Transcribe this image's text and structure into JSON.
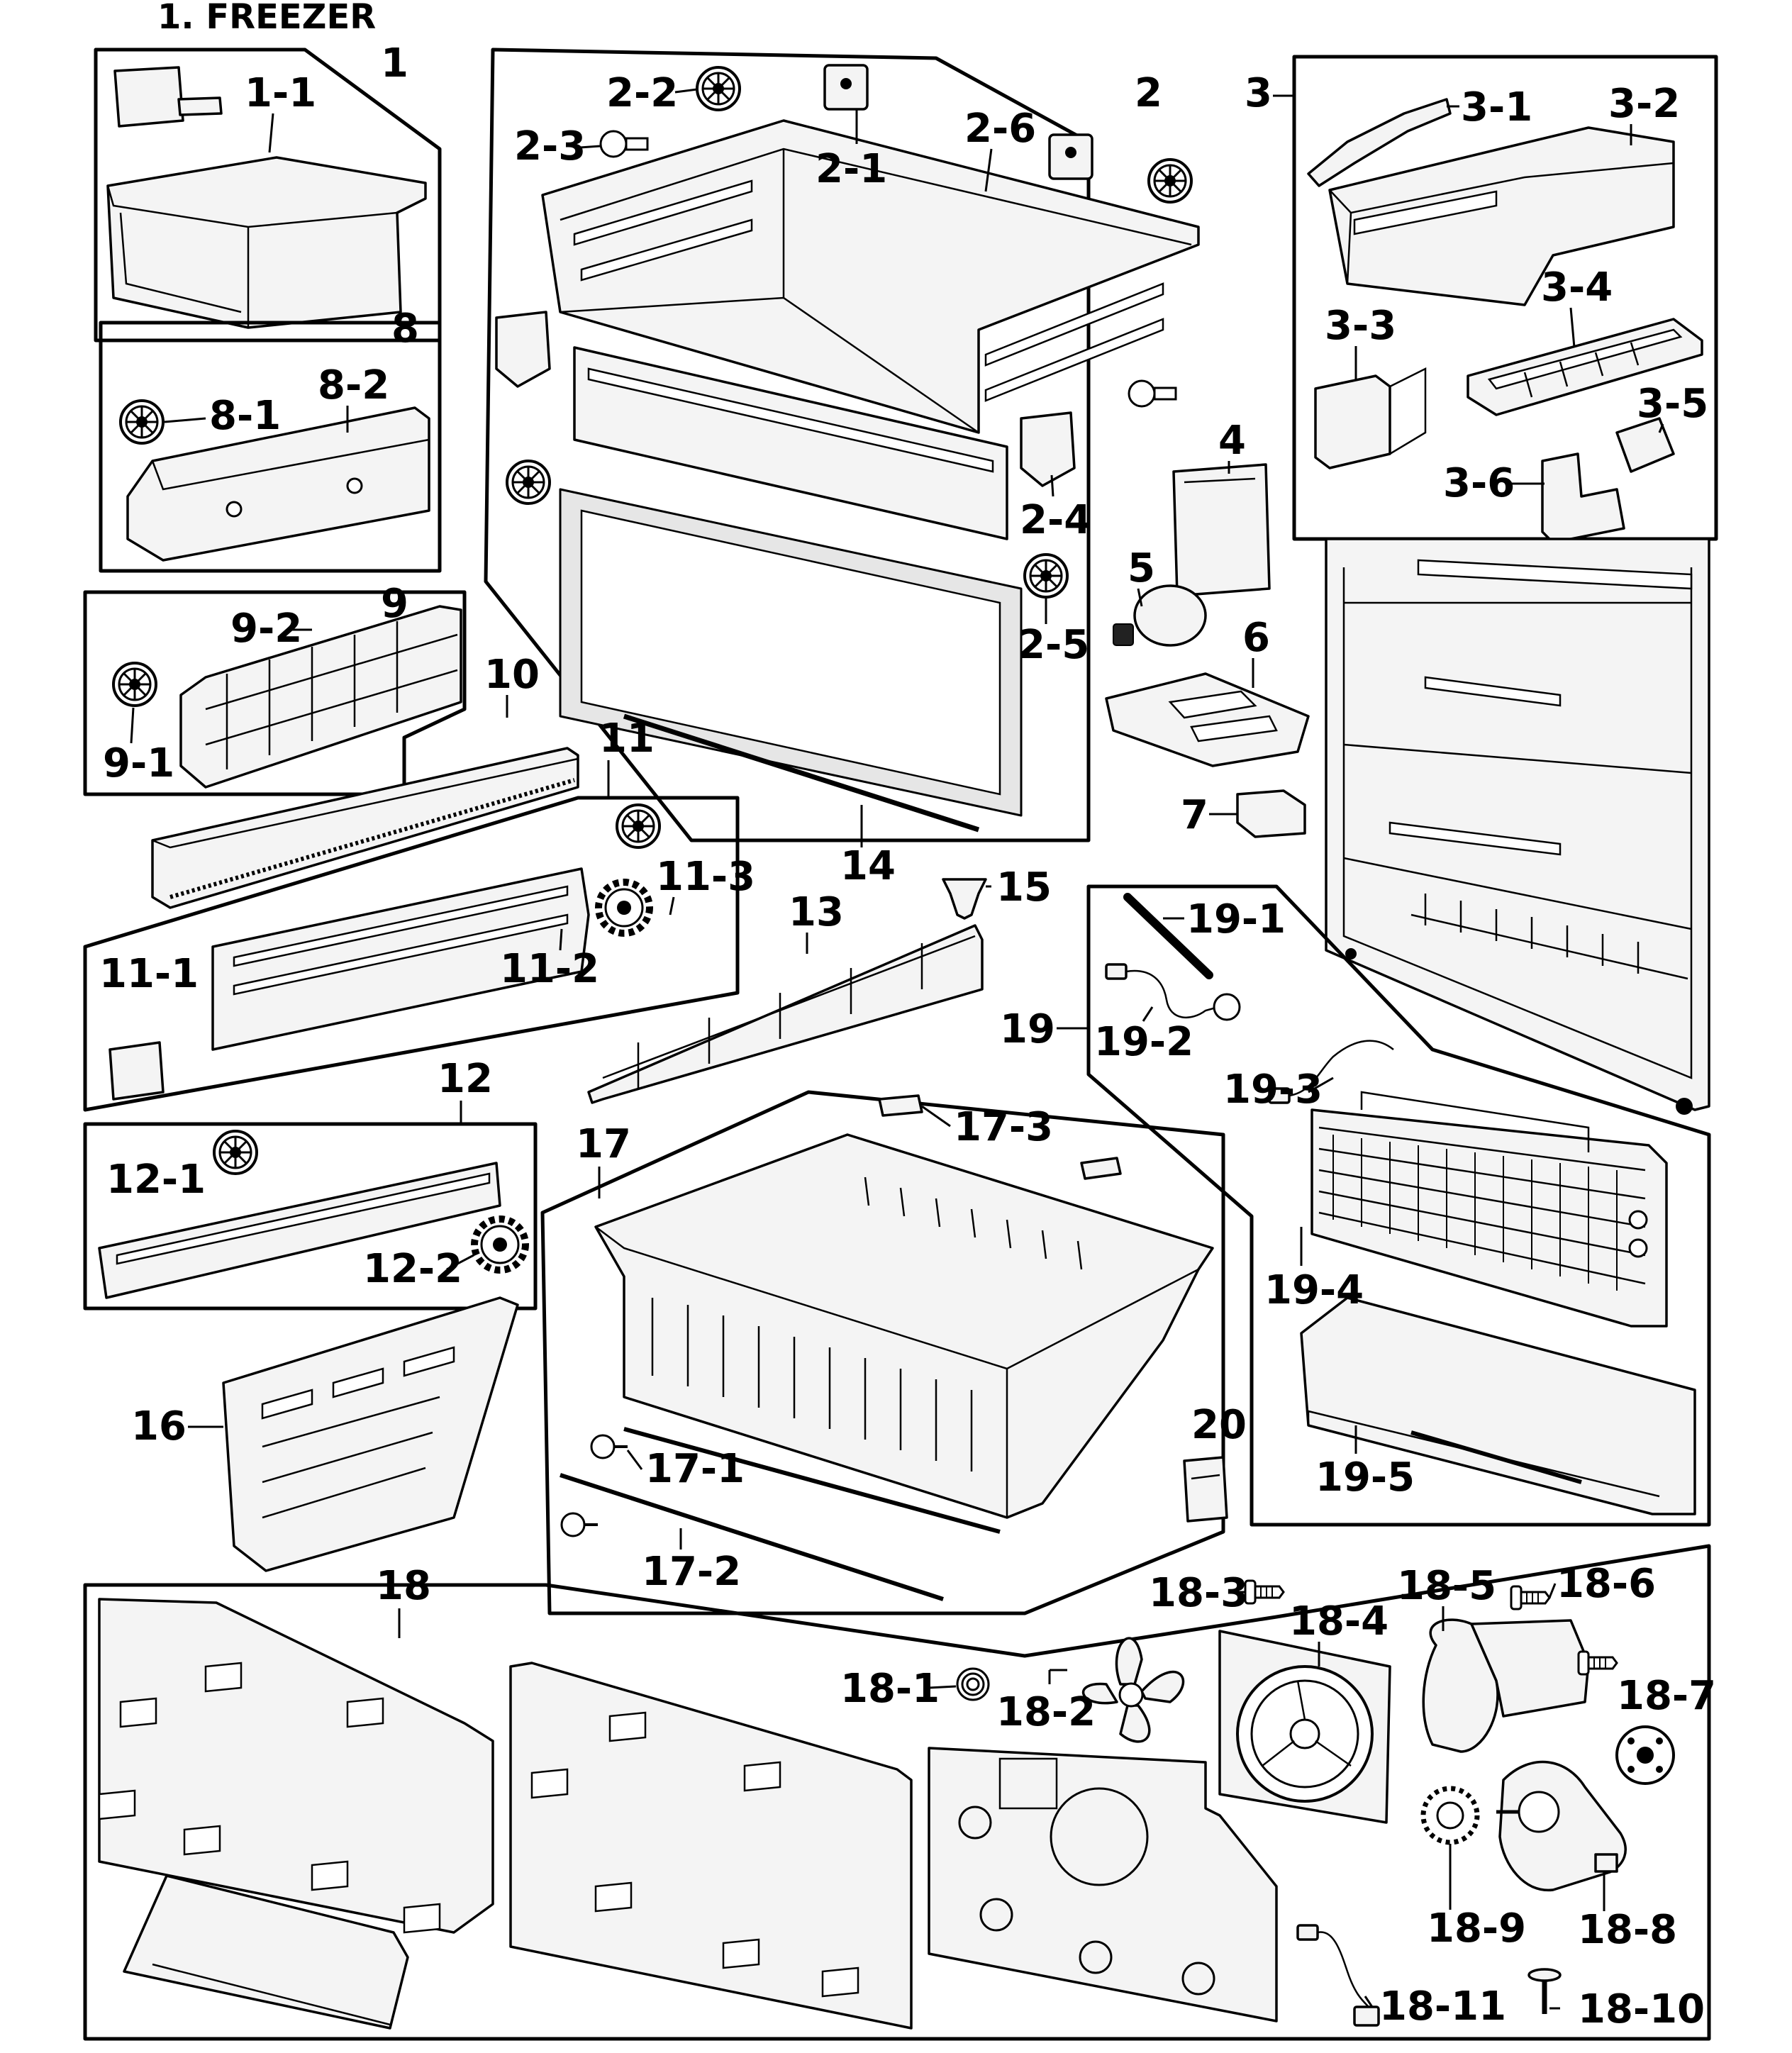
{
  "title": "1. FREEZER",
  "callouts": {
    "c1": "1",
    "c1_1": "1-1",
    "c2": "2",
    "c2_1": "2-1",
    "c2_2": "2-2",
    "c2_3": "2-3",
    "c2_4": "2-4",
    "c2_5": "2-5",
    "c2_6": "2-6",
    "c3": "3",
    "c3_1": "3-1",
    "c3_2": "3-2",
    "c3_3": "3-3",
    "c3_4": "3-4",
    "c3_5": "3-5",
    "c3_6": "3-6",
    "c4": "4",
    "c5": "5",
    "c6": "6",
    "c7": "7",
    "c8": "8",
    "c8_1": "8-1",
    "c8_2": "8-2",
    "c9": "9",
    "c9_1": "9-1",
    "c9_2": "9-2",
    "c10": "10",
    "c11": "11",
    "c11_1": "11-1",
    "c11_2": "11-2",
    "c11_3": "11-3",
    "c12": "12",
    "c12_1": "12-1",
    "c12_2": "12-2",
    "c13": "13",
    "c14": "14",
    "c15": "15",
    "c16": "16",
    "c17": "17",
    "c17_1": "17-1",
    "c17_2": "17-2",
    "c17_3": "17-3",
    "c18": "18",
    "c18_1": "18-1",
    "c18_2": "18-2",
    "c18_3": "18-3",
    "c18_4": "18-4",
    "c18_5": "18-5",
    "c18_6": "18-6",
    "c18_7": "18-7",
    "c18_8": "18-8",
    "c18_9": "18-9",
    "c18_10": "18-10",
    "c18_11": "18-11",
    "c19": "19",
    "c19_1": "19-1",
    "c19_2": "19-2",
    "c19_3": "19-3",
    "c19_4": "19-4",
    "c19_5": "19-5",
    "c20": "20"
  }
}
